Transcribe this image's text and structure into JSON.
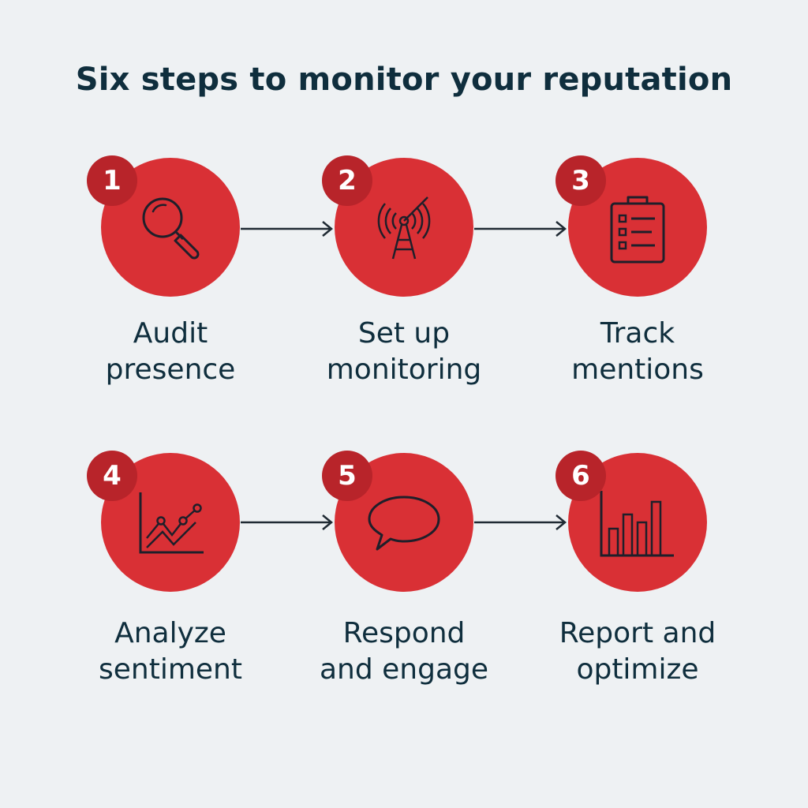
{
  "title": "Six steps to monitor your reputation",
  "colors": {
    "background": "#eef1f3",
    "circle": "#d93035",
    "badge": "#b8242a",
    "text": "#0f2e3d",
    "icon_stroke": "#1f1f2a"
  },
  "steps": [
    {
      "number": "1",
      "label_line1": "Audit",
      "label_line2": "presence",
      "icon": "magnifier-icon"
    },
    {
      "number": "2",
      "label_line1": "Set up",
      "label_line2": "monitoring",
      "icon": "radar-antenna-icon"
    },
    {
      "number": "3",
      "label_line1": "Track",
      "label_line2": "mentions",
      "icon": "clipboard-checklist-icon"
    },
    {
      "number": "4",
      "label_line1": "Analyze",
      "label_line2": "sentiment",
      "icon": "line-graph-icon"
    },
    {
      "number": "5",
      "label_line1": "Respond",
      "label_line2": "and engage",
      "icon": "speech-bubble-icon"
    },
    {
      "number": "6",
      "label_line1": "Report and",
      "label_line2": "optimize",
      "icon": "bar-chart-icon"
    }
  ]
}
